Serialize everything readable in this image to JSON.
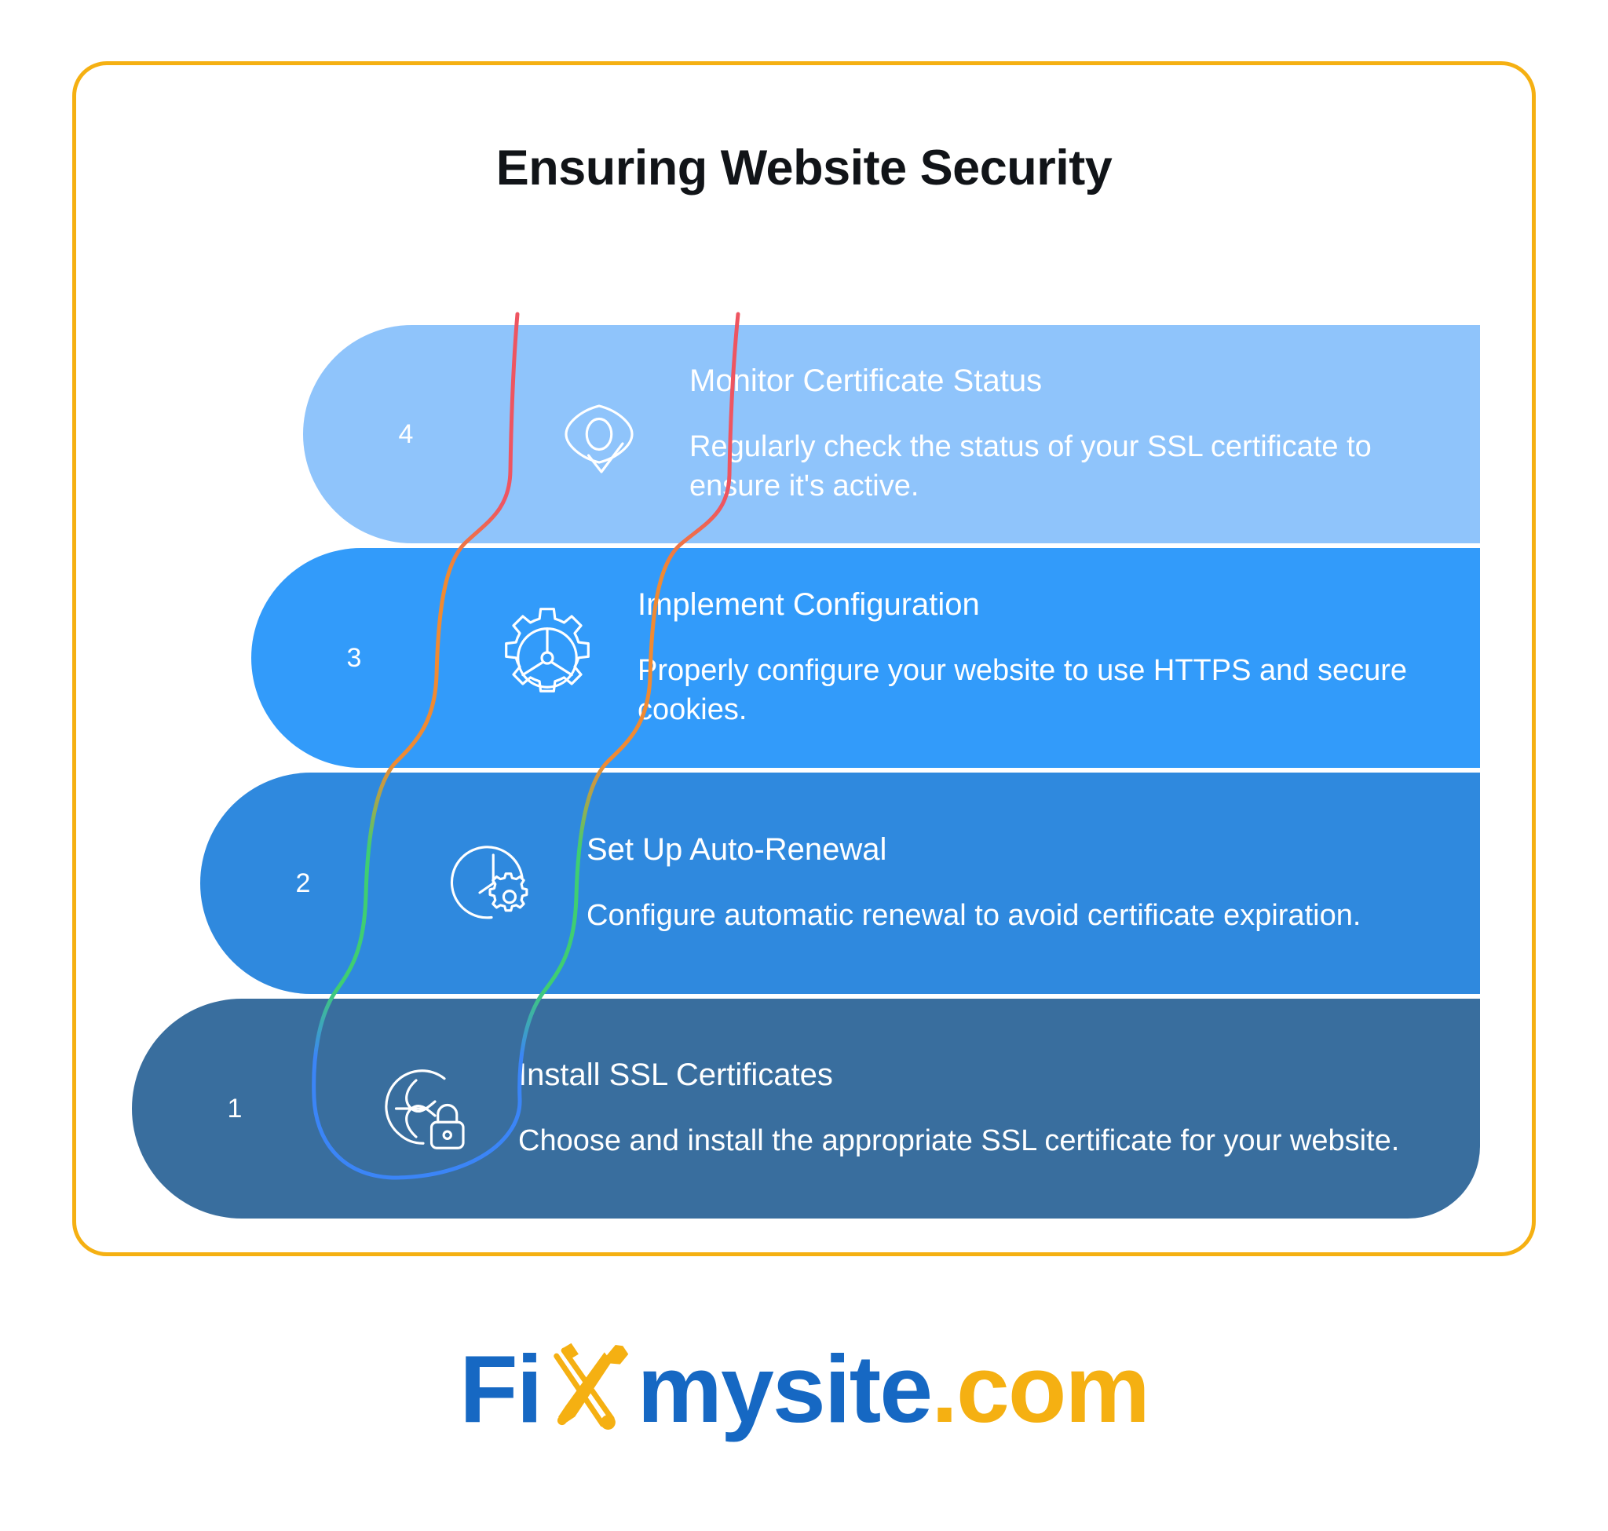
{
  "page": {
    "background_color": "#FFFFFF",
    "card_border_color": "#F5B012",
    "title": "Ensuring Website Security"
  },
  "steps": [
    {
      "number": "4",
      "heading": "Monitor Certificate Status",
      "description": "Regularly check the status of your SSL certificate to ensure it's active.",
      "icon": "eye-check-icon",
      "color": "#8FC4FB"
    },
    {
      "number": "3",
      "heading": "Implement Configuration",
      "description": "Properly configure your website to use HTTPS and secure cookies.",
      "icon": "gear-icon",
      "color": "#329BFA"
    },
    {
      "number": "2",
      "heading": "Set Up Auto-Renewal",
      "description": "Configure automatic renewal to avoid certificate expiration.",
      "icon": "clock-gear-icon",
      "color": "#2F89DE"
    },
    {
      "number": "1",
      "heading": "Install SSL Certificates",
      "description": "Choose and install the appropriate SSL certificate for your website.",
      "icon": "globe-lock-icon",
      "color": "#396E9E"
    }
  ],
  "connector": {
    "colors": [
      "#EE5561",
      "#F08A32",
      "#3FCE72",
      "#3B85F7"
    ],
    "description": "two thin curved vertical lines stepping left, gradient red to orange to green to blue, joined at the bottom"
  },
  "logo": {
    "part1": "Fi",
    "mark": "crossed-screwdriver-wrench-icon",
    "part2": "mysite",
    "part3": ".com",
    "blue": "#1668C3",
    "gold": "#F5B012"
  }
}
